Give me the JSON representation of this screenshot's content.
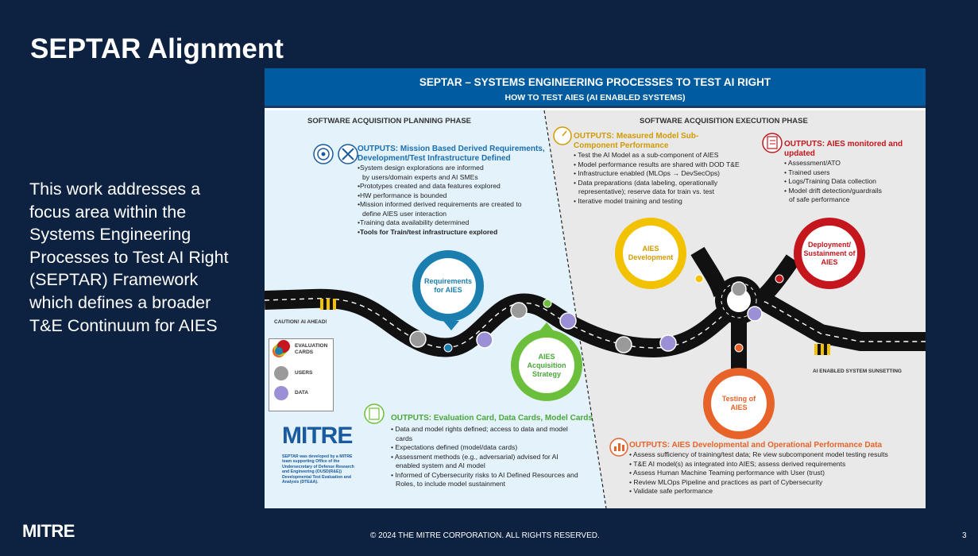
{
  "slide": {
    "title": "SEPTAR Alignment",
    "description": "This work addresses a focus area within the Systems Engineering Processes to Test AI Right (SEPTAR) Framework which defines a broader T&E Continuum for AIES",
    "footer_logo": "MITRE",
    "copyright": "© 2024 THE MITRE CORPORATION. ALL RIGHTS RESERVED.",
    "page_number": "3"
  },
  "diagram": {
    "banner_title": "SEPTAR  – SYSTEMS ENGINEERING PROCESSES TO TEST AI RIGHT",
    "banner_subtitle": "HOW TO TEST AIES (AI ENABLED SYSTEMS)",
    "phase_planning": "SOFTWARE ACQUISITION PLANNING PHASE",
    "phase_execution": "SOFTWARE ACQUISITION EXECUTION PHASE",
    "caution": "CAUTION! AI AHEAD!",
    "sunsetting": "AI ENABLED SYSTEM SUNSETTING",
    "mitre_logo": "MITRE",
    "mitre_note": "SEPTAR was developed by a MITRE team supporting Office of the Undersecretary of Defense Research and Engineering (OUSD(R&E)) Developmental Test Evaluation and Analysis (DTE&A).",
    "legend": {
      "evaluation_cards": "EVALUATION CARDS",
      "users": "USERS",
      "data": "DATA"
    },
    "circles": {
      "requirements": "Requirements for AIES",
      "acquisition": "AIES Acquisition Strategy",
      "development": "AIES Development",
      "deployment": "Deployment/ Sustainment of AIES",
      "testing": "Testing of AIES"
    },
    "outputs_requirements": {
      "title": "OUTPUTS: Mission Based Derived Requirements, Development/Test Infrastructure Defined",
      "bullets": [
        "•System design explorations are informed",
        "  by users/domain experts and AI SMEs",
        "•Prototypes created and data features explored",
        "•HW performance is bounded",
        "•Mission informed derived requirements are created to",
        "  define AIES user interaction",
        "•Training data availability determined",
        "•Tools for Train/test infrastructure explored"
      ]
    },
    "outputs_development": {
      "title": "OUTPUTS: Measured Model Sub-Component Performance",
      "bullets": [
        "• Test the AI Model as a sub-component of AIES",
        "•  Model performance results are shared with DOD T&E",
        "• Infrastructure enabled (MLOps → DevSecOps)",
        "• Data preparations (data labeling, operationally",
        "  representative); reserve data for train vs. test",
        "• Iterative model training and testing"
      ]
    },
    "outputs_deployment": {
      "title": "OUTPUTS: AIES monitored and updated",
      "bullets": [
        "• Assessment/ATO",
        "• Trained users",
        "• Logs/Training Data collection",
        "• Model drift detection/guardrails",
        "  of safe performance"
      ]
    },
    "outputs_acquisition": {
      "title": "OUTPUTS: Evaluation Card, Data Cards, Model Cards",
      "bullets": [
        "• Data and model rights defined; access to data and  model",
        "  cards",
        "• Expectations defined (model/data cards)",
        "• Assessment methods (e.g., adversarial) advised for AI",
        "  enabled system and AI model",
        "• Informed of Cybersecurity risks to AI Defined Resources and",
        "  Roles, to include model sustainment"
      ]
    },
    "outputs_testing": {
      "title": "OUTPUTS: AIES Developmental and Operational Performance Data",
      "bullets": [
        "• Assess sufficiency of training/test data; Re view subcomponent model testing results",
        "• T&E AI model(s) as integrated into AIES; assess derived requirements",
        "• Assess Human Machine Teaming performance with   User (trust)",
        "• Review MLOps Pipeline and practices as part of Cybersecurity",
        "• Validate safe performance"
      ]
    },
    "colors": {
      "banner": "#005b9f",
      "requirements": "#1a7fae",
      "acquisition": "#6cbf3a",
      "development": "#f2c200",
      "deployment": "#c4161c",
      "testing": "#e8632a",
      "planning_bg": "#e3f2fb",
      "execution_bg": "#e9e9e9"
    }
  }
}
